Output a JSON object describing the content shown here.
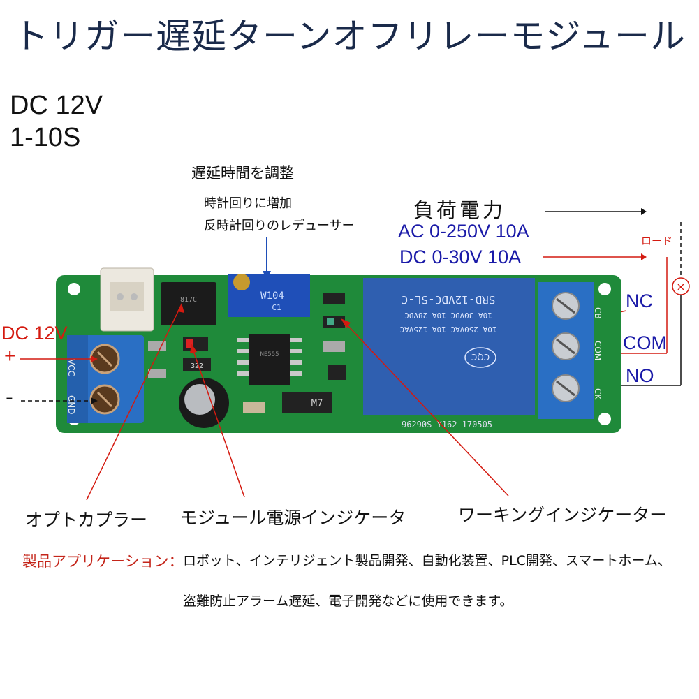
{
  "title": "トリガー遅延ターンオフリレーモジュール",
  "specs": {
    "voltage": "DC 12V",
    "delay_range": "1-10S"
  },
  "adjust": {
    "title": "遅延時間を調整",
    "clockwise": "時計回りに増加",
    "counterclockwise": "反時計回りのレデューサー"
  },
  "load": {
    "title": "負荷電力",
    "ac": "AC 0-250V 10A",
    "dc": "DC 0-30V 10A",
    "label": "ロード"
  },
  "input": {
    "label": "DC 12V",
    "plus": "+",
    "minus": "-"
  },
  "terminals": {
    "nc": "NC",
    "com": "COM",
    "no": "NO"
  },
  "board": {
    "pot_marking": "W104",
    "pot_sub": "C1",
    "relay_line1": "SRD-12VDC-SL-C",
    "relay_line2": "10A 30VDC 10A 28VDC",
    "relay_line3": "10A 250VAC 10A 125VAC",
    "relay_brand": "CQC",
    "pcb_code": "96290S-Y162-170505",
    "ic_label": "NE555",
    "transistor_label": "M7",
    "smd_label": "322",
    "opto_label": "817C",
    "pin_vcc": "VCC",
    "pin_gnd": "GND",
    "pin_nc": "CB",
    "pin_com": "COM",
    "pin_no": "CK"
  },
  "components": {
    "optocoupler": "オプトカプラー",
    "power_indicator": "モジュール電源インジケータ",
    "working_indicator": "ワーキングインジケーター"
  },
  "application": {
    "label": "製品アプリケーション：",
    "line1": "ロボット、インテリジェント製品開発、自動化装置、PLC開発、スマートホーム、",
    "line2": "盗難防止アラーム遅延、電子開発などに使用できます。"
  },
  "colors": {
    "pcb": "#1f8a3a",
    "terminal": "#2a6fc4",
    "relay": "#2f5fb0",
    "pot": "#1f4fb8",
    "accent_red": "#d41a10",
    "accent_blue": "#1a1aa8"
  }
}
